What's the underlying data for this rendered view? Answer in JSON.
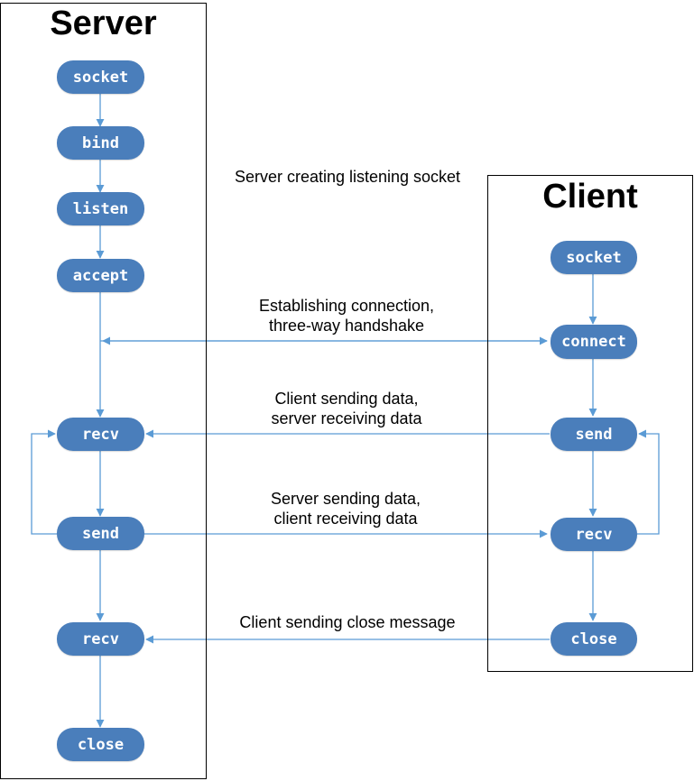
{
  "server": {
    "title": "Server",
    "nodes": {
      "socket": "socket",
      "bind": "bind",
      "listen": "listen",
      "accept": "accept",
      "recv1": "recv",
      "send": "send",
      "recv2": "recv",
      "close": "close"
    }
  },
  "client": {
    "title": "Client",
    "nodes": {
      "socket": "socket",
      "connect": "connect",
      "send": "send",
      "recv": "recv",
      "close": "close"
    }
  },
  "annotations": {
    "listening": "Server creating listening socket",
    "handshake": [
      "Establishing connection,",
      "three-way handshake"
    ],
    "client_send": [
      "Client sending data,",
      "server receiving data"
    ],
    "server_send": [
      "Server sending data,",
      "client receiving data"
    ],
    "close_msg": "Client sending close message"
  },
  "colors": {
    "node_fill": "#4a7ebb",
    "node_text": "#ffffff",
    "connector": "#5b9bd5"
  }
}
